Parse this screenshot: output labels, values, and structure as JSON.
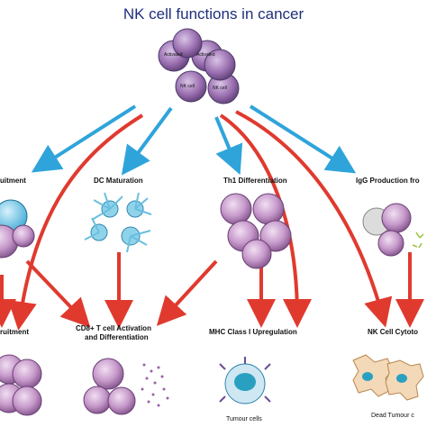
{
  "title": "NK cell functions in cancer",
  "nk_cell_label_line1": "Activated",
  "nk_cell_label_line2": "NK cell",
  "row1_labels": {
    "recruitment": "uitment",
    "dc_maturation": "DC Maturation",
    "th1": "Th1 Differentiation",
    "igg": "IgG Production fro"
  },
  "row2_labels": {
    "recruitment": "ruitment",
    "cd8_line1": "CD8+ T cell Activation",
    "cd8_line2": "and Differentiation",
    "mhc": "MHC Class I Upregulation",
    "nk_cytotox": "NK Cell Cytoto"
  },
  "bottom_labels": {
    "tumour": "Tumour cells",
    "dead": "Dead Tumour c"
  },
  "colors": {
    "title": "#1f2f7a",
    "blue_arrow": "#2fa4db",
    "red_arrow": "#e03a2f",
    "nk_cell": "#b07ab6",
    "t_cell": "#b784bc",
    "dc_cell": "#8fd3ea",
    "tumour": "#2aa0c0"
  }
}
